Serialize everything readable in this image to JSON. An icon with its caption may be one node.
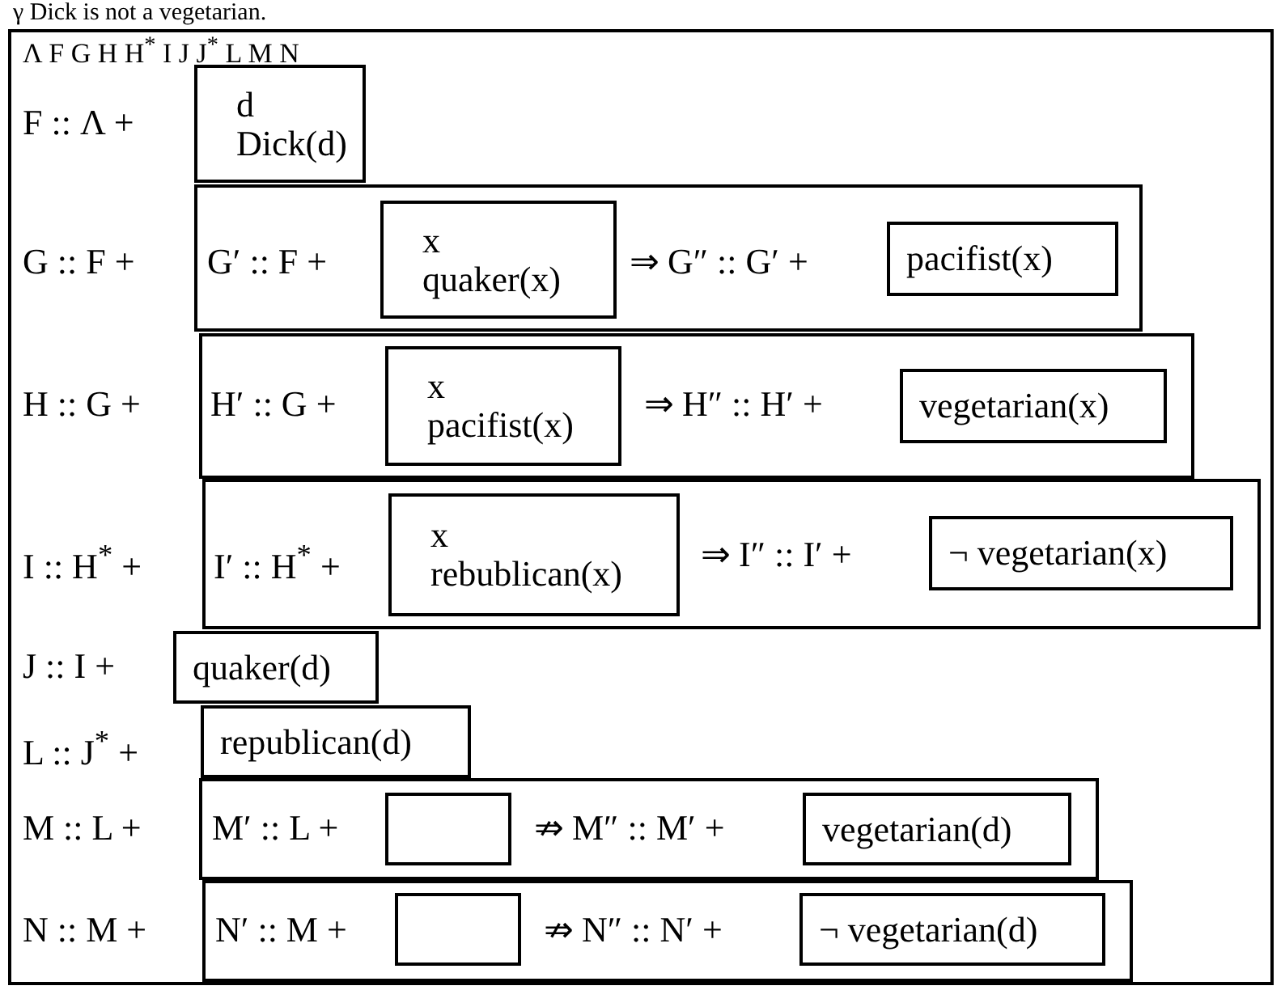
{
  "diagram": {
    "title": "γ Dick is not a vegetarian.",
    "nodes": [
      {
        "text": [
          "Λ F G H H$^{*}$ I J J$^{*}$ L M N",
          "F :: Λ +",
          "G :: F +",
          "H :: G +",
          "I :: H$^{*}$ +",
          "J :: I +",
          "L :: J$^{*}$ +",
          "M :: L +",
          "N :: M +"
        ]
      },
      {
        "text": [
          "d",
          "Dick(d)"
        ],
        "in": 0
      },
      {
        "text": [
          "G′ :: F +",
          "⇒  G″ :: G′ +"
        ],
        "in": 0
      },
      {
        "text": [
          "x",
          "quaker(x)"
        ],
        "in": 2
      },
      {
        "text": [
          "pacifist(x)"
        ],
        "in": 2
      },
      {
        "text": [
          "H′ :: G +",
          "⇒  H″ :: H′ +"
        ],
        "in": 0
      },
      {
        "text": [
          "x",
          "pacifist(x)"
        ],
        "in": 5
      },
      {
        "text": [
          "vegetarian(x)"
        ],
        "in": 5
      },
      {
        "text": [
          "I′ :: H$^{*}$ +",
          "⇒  I″ :: I′ +"
        ],
        "in": 0
      },
      {
        "text": [
          "x",
          "rebublican(x)"
        ],
        "in": 8
      },
      {
        "text": [
          "¬ vegetarian(x)"
        ],
        "in": 8
      },
      {
        "text": [
          "quaker(d)"
        ],
        "in": 0
      },
      {
        "text": [
          "republican(d)"
        ],
        "in": 0
      },
      {
        "text": [
          "M′ :: L +",
          "⇏  M″ :: M′ +"
        ],
        "in": 0
      },
      {
        "text": [],
        "shape": "box",
        "in": 13
      },
      {
        "text": [
          "vegetarian(d)"
        ],
        "in": 13
      },
      {
        "text": [
          "N′ :: M +",
          "⇏  N″ :: N′ +"
        ],
        "in": 0
      },
      {
        "text": [],
        "shape": "box",
        "in": 16
      },
      {
        "text": [
          "¬ vegetarian(d)"
        ],
        "in": 16
      }
    ]
  }
}
